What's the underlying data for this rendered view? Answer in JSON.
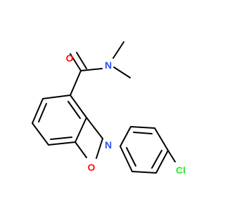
{
  "molecule": {
    "atoms": {
      "amide_oxygen": {
        "label": "O",
        "color": "#ff0d0d"
      },
      "amide_nitrogen": {
        "label": "N",
        "color": "#3050f8"
      },
      "ring_nitrogen": {
        "label": "N",
        "color": "#3050f8"
      },
      "carbonyl_oxygen": {
        "label": "O",
        "color": "#ff0d0d"
      },
      "chlorine": {
        "label": "Cl",
        "color": "#1ff01f"
      }
    },
    "bond_color": "#000000"
  }
}
